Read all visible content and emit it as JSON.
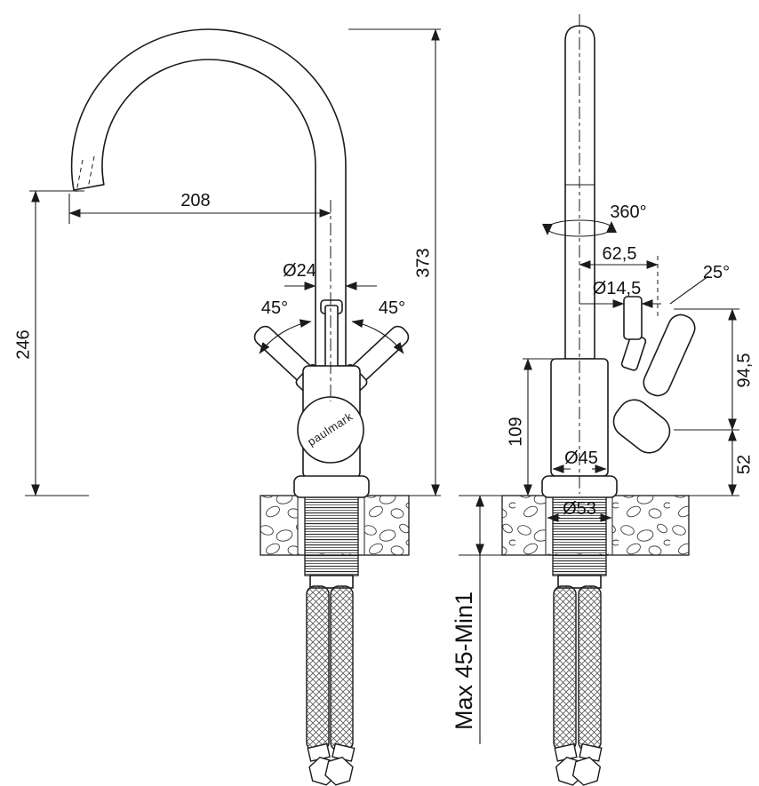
{
  "colors": {
    "line": "#1b1b1b",
    "background": "#ffffff"
  },
  "labels": {
    "front": {
      "reach": "208",
      "outlet_height": "246",
      "total_height": "373",
      "spout_diameter": "Ø24",
      "swing_left": "45°",
      "swing_right": "45°",
      "brand": "paulmark"
    },
    "side": {
      "swivel": "360°",
      "handle_offset": "62,5",
      "handle_angle": "25°",
      "handle_diameter": "Ø14,5",
      "handle_length": "94,5",
      "height_above_deck": "109",
      "body_diameter": "Ø45",
      "base_height": "52",
      "hole_diameter": "Ø53",
      "deck_thickness": "Max 45-Min1"
    }
  }
}
